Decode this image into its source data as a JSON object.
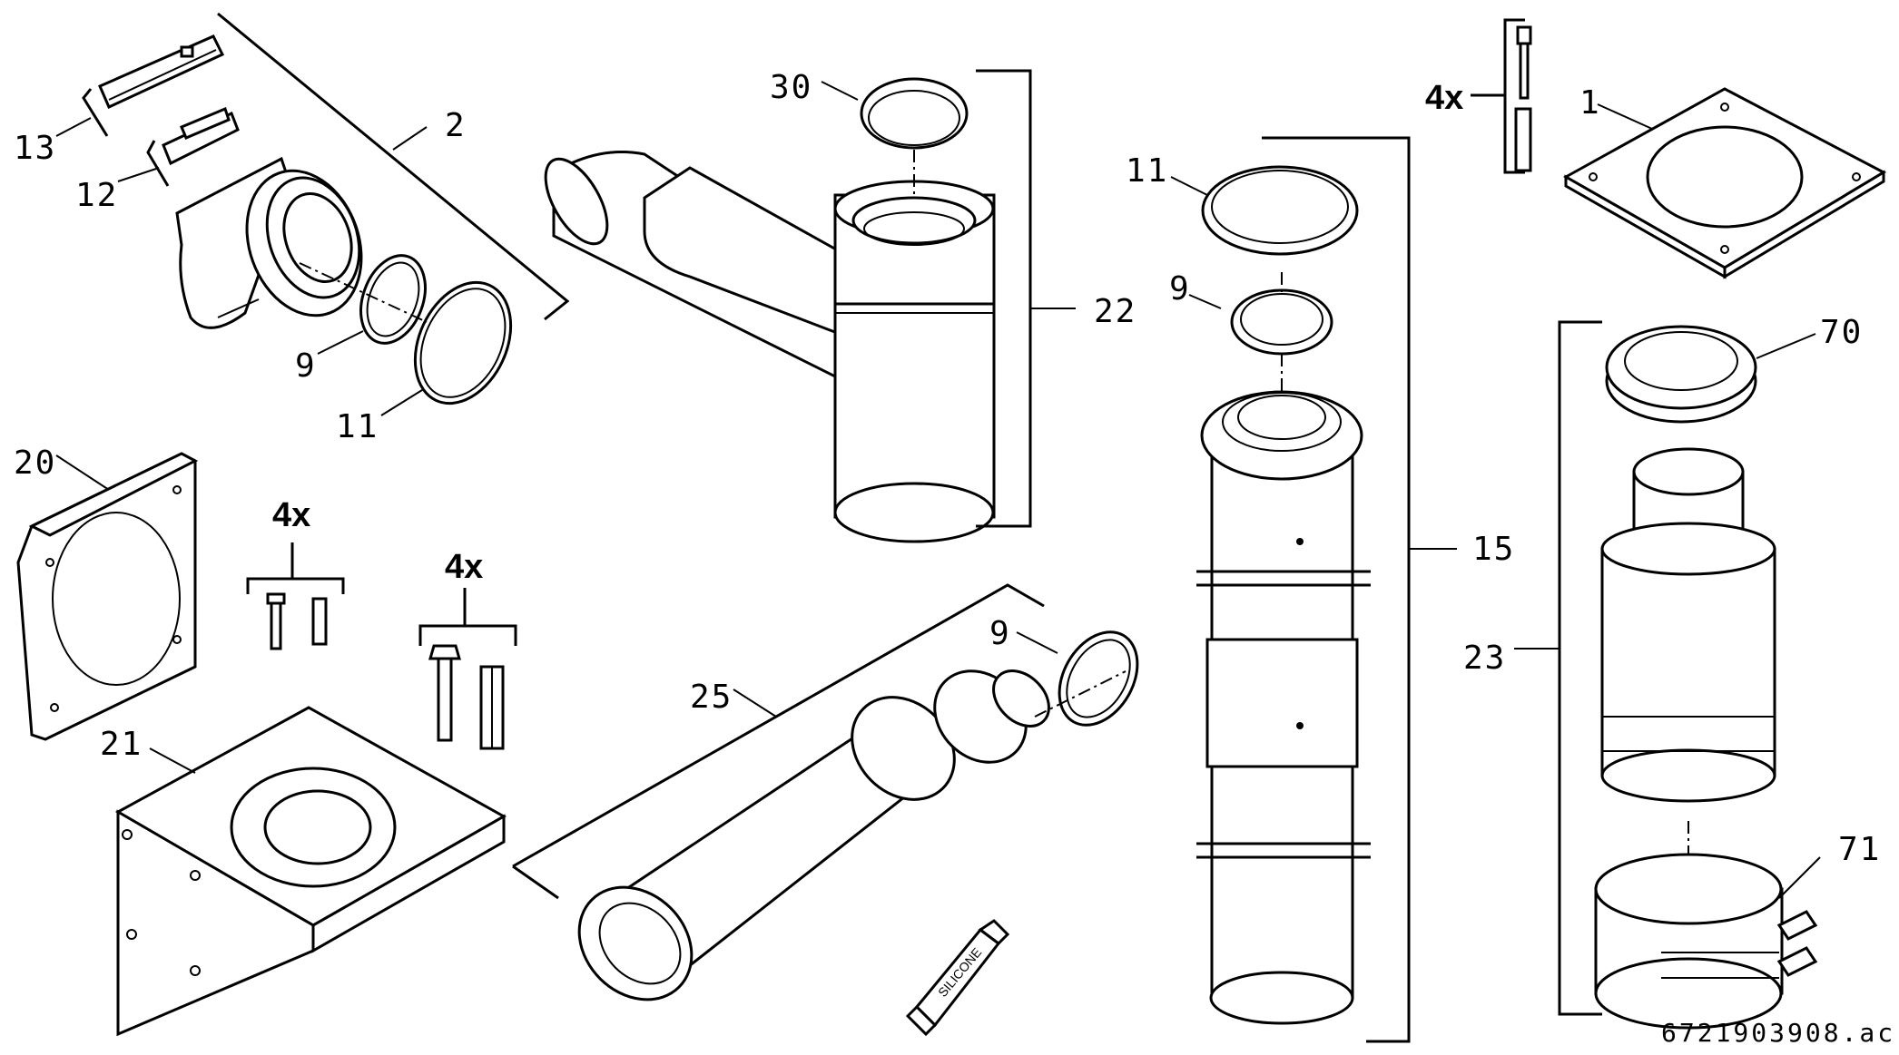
{
  "diagram": {
    "labels": {
      "p1": "1",
      "p2": "2",
      "p9a": "9",
      "p9b": "9",
      "p9c": "9",
      "p11a": "11",
      "p11b": "11",
      "p12": "12",
      "p13": "13",
      "p15": "15",
      "p20": "20",
      "p21": "21",
      "p22": "22",
      "p23": "23",
      "p25": "25",
      "p30": "30",
      "p70": "70",
      "p71": "71"
    },
    "quantities": {
      "wall_fixings": "4x",
      "bracket_fixings": "4x",
      "plate_fixings": "4x"
    },
    "tube_text": "SILICONE",
    "document_id": "6721903908.ac"
  }
}
